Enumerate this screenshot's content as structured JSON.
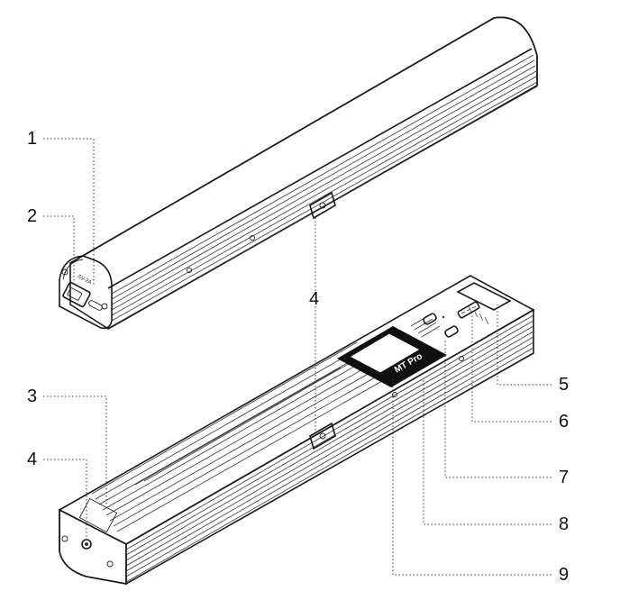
{
  "diagram": {
    "callouts": [
      {
        "id": "1",
        "label": "1"
      },
      {
        "id": "2",
        "label": "2"
      },
      {
        "id": "3",
        "label": "3"
      },
      {
        "id": "4a",
        "label": "4"
      },
      {
        "id": "4b",
        "label": "4"
      },
      {
        "id": "4c",
        "label": "4"
      },
      {
        "id": "5",
        "label": "5"
      },
      {
        "id": "6",
        "label": "6"
      },
      {
        "id": "7",
        "label": "7"
      },
      {
        "id": "8",
        "label": "8"
      },
      {
        "id": "9",
        "label": "9"
      }
    ],
    "screen_text": "MT Pro",
    "port_text": "5V-2A"
  },
  "colors": {
    "line": "#1a1a1a",
    "screen_bezel": "#111111",
    "background": "#ffffff"
  }
}
